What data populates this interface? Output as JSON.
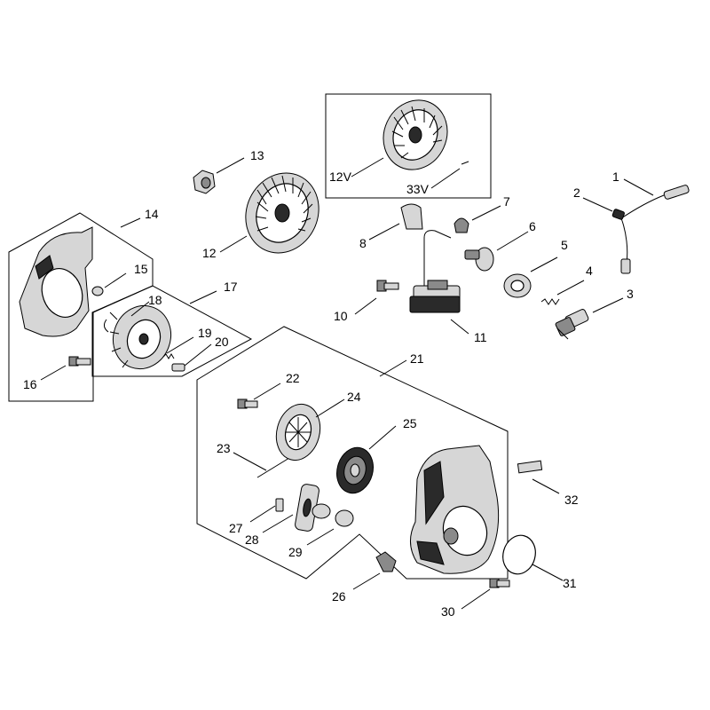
{
  "callouts": {
    "c1": "1",
    "c2": "2",
    "c3": "3",
    "c4": "4",
    "c5": "5",
    "c6": "6",
    "c7": "7",
    "c8": "8",
    "c10": "10",
    "c11": "11",
    "c12": "12",
    "c12v": "12V",
    "c13": "13",
    "c14": "14",
    "c15": "15",
    "c16": "16",
    "c17": "17",
    "c18": "18",
    "c19": "19",
    "c20": "20",
    "c21": "21",
    "c22": "22",
    "c23": "23",
    "c24": "24",
    "c25": "25",
    "c26": "26",
    "c27": "27",
    "c28": "28",
    "c29": "29",
    "c30": "30",
    "c31": "31",
    "c32": "32",
    "c33v": "33V"
  }
}
